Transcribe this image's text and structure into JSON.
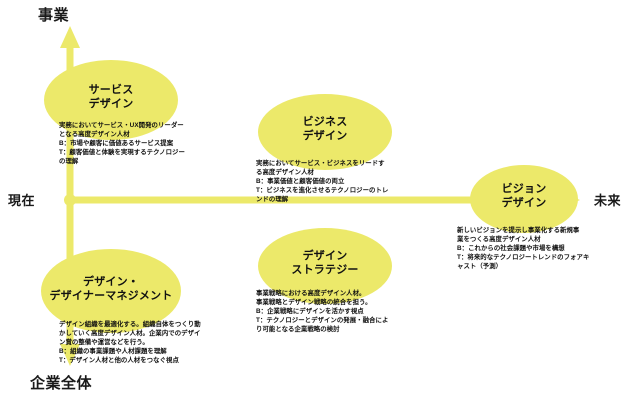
{
  "diagram": {
    "title_hidden": "",
    "accent_color": "#ece96a",
    "axis_color": "#ece96a",
    "text_color": "#111111"
  },
  "axes": {
    "vertical": {
      "top_label": "事業",
      "bottom_label": "企業全体"
    },
    "horizontal": {
      "left_label": "現在",
      "right_label": "未来"
    }
  },
  "nodes": [
    {
      "id": "service-design",
      "title_line1": "サービス",
      "title_line2": "デザイン",
      "lead": [
        "実務においてサービス・UX開発のリーダー",
        "となる高度デザイン人材"
      ],
      "b_line": [
        "B：市場や顧客に価値あるサービス提案"
      ],
      "t_line": [
        "T：顧客価値と体験を実現するテクノロジー",
        "の理解"
      ]
    },
    {
      "id": "business-design",
      "title_line1": "ビジネス",
      "title_line2": "デザイン",
      "lead": [
        "実務においてサービス・ビジネスをリードす",
        "る高度デザイン人材"
      ],
      "b_line": [
        "B：事業価値と顧客価値の両立"
      ],
      "t_line": [
        "T：ビジネスを進化させるテクノロジーのトレ",
        "ンドの理解"
      ]
    },
    {
      "id": "vision-design",
      "title_line1": "ビジョン",
      "title_line2": "デザイン",
      "lead": [
        "新しいビジョンを提示し事業化する新規事",
        "業をつくる高度デザイン人材"
      ],
      "b_line": [
        "B：これからの社会課題や市場を構想"
      ],
      "t_line": [
        "T：将来的なテクノロジートレンドのフォアキ",
        "ャスト（予測）"
      ]
    },
    {
      "id": "design-designer-management",
      "title_line1": "デザイン・",
      "title_line2": "デザイナーマネジメント",
      "lead": [
        "デザイン組織を最適化する。組織自体をつくり動",
        "かしていく高度デザイン人材。企業内でのデザイ",
        "ン賞の整備や運営などを行う。"
      ],
      "b_line": [
        "B：組織の事業課題や人材課題を理解"
      ],
      "t_line": [
        "T：デザイン人材と他の人材をつなぐ視点"
      ]
    },
    {
      "id": "design-strategy",
      "title_line1": "デザイン",
      "title_line2": "ストラテジー",
      "lead": [
        "事業戦略における高度デザイン人材。",
        "事業戦略とデザイン戦略の統合を担う。"
      ],
      "b_line": [
        "B：企業戦略にデザインを活かす視点"
      ],
      "t_line": [
        "T：テクノロジーとデザインの発展・融合によ",
        "り可能となる企業戦略の検討"
      ]
    }
  ]
}
